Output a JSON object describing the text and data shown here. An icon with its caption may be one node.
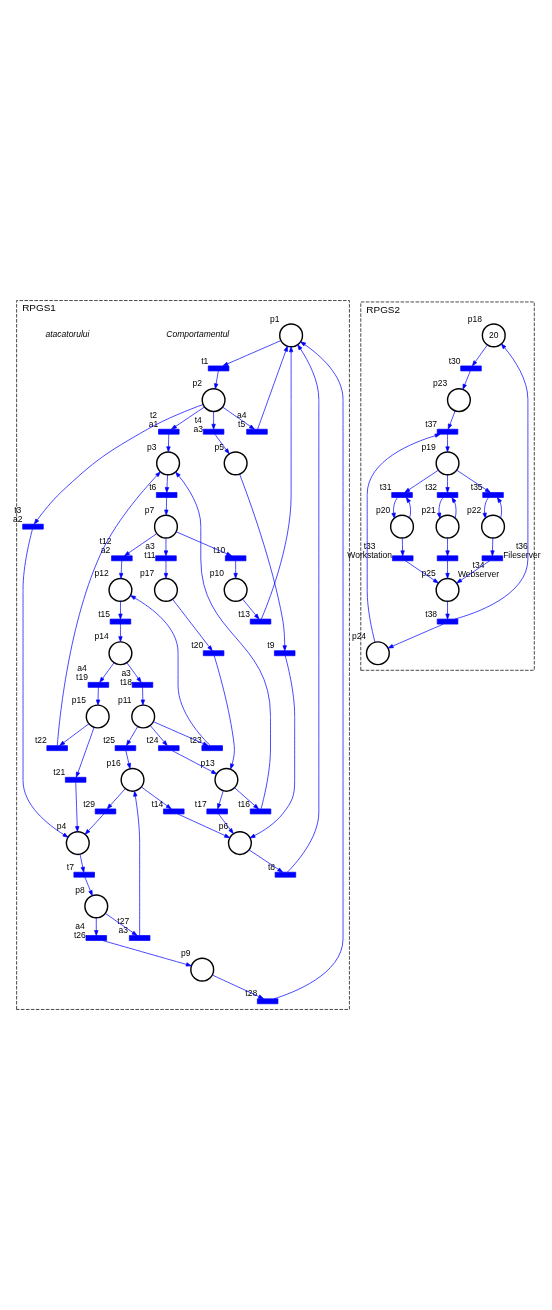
{
  "diagram": {
    "nodes": [
      {
        "text": [
          "RPGS1"
        ]
      },
      {
        "text": [],
        "shape": "circle",
        "beside": [
          "p1"
        ],
        "in": 0
      },
      {
        "text": [],
        "shape": "circle",
        "beside": [
          "p2"
        ],
        "in": 0
      },
      {
        "text": [],
        "shape": "circle",
        "beside": [
          "p3"
        ],
        "in": 0
      },
      {
        "text": [],
        "shape": "circle",
        "beside": [
          "p4"
        ],
        "in": 0
      },
      {
        "text": [],
        "shape": "circle",
        "beside": [
          "p5"
        ],
        "in": 0
      },
      {
        "text": [],
        "shape": "circle",
        "beside": [
          "p6"
        ],
        "in": 0
      },
      {
        "text": [],
        "shape": "circle",
        "beside": [
          "p7"
        ],
        "in": 0
      },
      {
        "text": [],
        "shape": "circle",
        "beside": [
          "p8"
        ],
        "in": 0
      },
      {
        "text": [],
        "shape": "circle",
        "beside": [
          "p9"
        ],
        "in": 0
      },
      {
        "text": [],
        "shape": "circle",
        "beside": [
          "p10"
        ],
        "in": 0
      },
      {
        "text": [],
        "shape": "circle",
        "beside": [
          "p11"
        ],
        "in": 0
      },
      {
        "text": [],
        "shape": "circle",
        "beside": [
          "p12"
        ],
        "in": 0
      },
      {
        "text": [],
        "shape": "circle",
        "beside": [
          "p13"
        ],
        "in": 0
      },
      {
        "text": [],
        "shape": "circle",
        "beside": [
          "p14"
        ],
        "in": 0
      },
      {
        "text": [],
        "shape": "circle",
        "beside": [
          "p15"
        ],
        "in": 0
      },
      {
        "text": [],
        "shape": "circle",
        "beside": [
          "p16"
        ],
        "in": 0
      },
      {
        "text": [],
        "shape": "circle",
        "beside": [
          "p17"
        ],
        "in": 0
      },
      {
        "text": [],
        "shape": "bar",
        "beside": [
          "t1"
        ],
        "in": 0
      },
      {
        "text": [],
        "shape": "bar",
        "beside": [
          "t2",
          "a1"
        ],
        "in": 0
      },
      {
        "text": [],
        "shape": "bar",
        "beside": [
          "t3",
          "a2"
        ],
        "in": 0
      },
      {
        "text": [],
        "shape": "bar",
        "beside": [
          "t4",
          "a3"
        ],
        "in": 0
      },
      {
        "text": [],
        "shape": "bar",
        "beside": [
          "a4",
          "t5"
        ],
        "in": 0
      },
      {
        "text": [],
        "shape": "bar",
        "beside": [
          "t6"
        ],
        "in": 0
      },
      {
        "text": [],
        "shape": "bar",
        "beside": [
          "t7"
        ],
        "in": 0
      },
      {
        "text": [],
        "shape": "bar",
        "beside": [
          "t8"
        ],
        "in": 0
      },
      {
        "text": [],
        "shape": "bar",
        "beside": [
          "t9"
        ],
        "in": 0
      },
      {
        "text": [],
        "shape": "bar",
        "beside": [
          "t10"
        ],
        "in": 0
      },
      {
        "text": [],
        "shape": "bar",
        "beside": [
          "a3",
          "t11"
        ],
        "in": 0
      },
      {
        "text": [],
        "shape": "bar",
        "beside": [
          "t12",
          "a2"
        ],
        "in": 0
      },
      {
        "text": [],
        "shape": "bar",
        "beside": [
          "t13"
        ],
        "in": 0
      },
      {
        "text": [],
        "shape": "bar",
        "beside": [
          "t14"
        ],
        "in": 0
      },
      {
        "text": [],
        "shape": "bar",
        "beside": [
          "t15"
        ],
        "in": 0
      },
      {
        "text": [],
        "shape": "bar",
        "beside": [
          "t16"
        ],
        "in": 0
      },
      {
        "text": [],
        "shape": "bar",
        "beside": [
          "t17"
        ],
        "in": 0
      },
      {
        "text": [],
        "shape": "bar",
        "beside": [
          "a3",
          "t18"
        ],
        "in": 0
      },
      {
        "text": [],
        "shape": "bar",
        "beside": [
          "a4",
          "t19"
        ],
        "in": 0
      },
      {
        "text": [],
        "shape": "bar",
        "beside": [
          "t20"
        ],
        "in": 0
      },
      {
        "text": [],
        "shape": "bar",
        "beside": [
          "t21"
        ],
        "in": 0
      },
      {
        "text": [],
        "shape": "bar",
        "beside": [
          "t22"
        ],
        "in": 0
      },
      {
        "text": [],
        "shape": "bar",
        "beside": [
          "t23"
        ],
        "in": 0
      },
      {
        "text": [],
        "shape": "bar",
        "beside": [
          "t24"
        ],
        "in": 0
      },
      {
        "text": [],
        "shape": "bar",
        "beside": [
          "t25"
        ],
        "in": 0
      },
      {
        "text": [],
        "shape": "bar",
        "beside": [
          "a4",
          "t26"
        ],
        "in": 0
      },
      {
        "text": [],
        "shape": "bar",
        "beside": [
          "t27",
          "a3"
        ],
        "in": 0
      },
      {
        "text": [],
        "shape": "bar",
        "beside": [
          "t28"
        ],
        "in": 0
      },
      {
        "text": [],
        "shape": "bar",
        "beside": [
          "t29"
        ],
        "in": 0
      },
      {
        "text": [
          "RPGS2"
        ]
      },
      {
        "text": [
          "20"
        ],
        "beside": [
          "p18"
        ],
        "in": 47
      },
      {
        "text": [],
        "shape": "circle",
        "beside": [
          "p19"
        ],
        "in": 47
      },
      {
        "text": [],
        "shape": "circle",
        "beside": [
          "p20"
        ],
        "in": 47
      },
      {
        "text": [],
        "shape": "circle",
        "beside": [
          "p21"
        ],
        "in": 47
      },
      {
        "text": [],
        "shape": "circle",
        "beside": [
          "p22"
        ],
        "in": 47
      },
      {
        "text": [],
        "shape": "circle",
        "beside": [
          "p23"
        ],
        "in": 47
      },
      {
        "text": [],
        "shape": "circle",
        "beside": [
          "p24"
        ],
        "in": 47
      },
      {
        "text": [],
        "shape": "circle",
        "beside": [
          "p25"
        ],
        "in": 47
      },
      {
        "text": [],
        "shape": "bar",
        "beside": [
          "t30"
        ],
        "in": 47
      },
      {
        "text": [],
        "shape": "bar",
        "beside": [
          "t31"
        ],
        "in": 47
      },
      {
        "text": [],
        "shape": "bar",
        "beside": [
          "t32"
        ],
        "in": 47
      },
      {
        "text": [],
        "shape": "bar",
        "beside": [
          "t33",
          "Workstation"
        ],
        "in": 47
      },
      {
        "text": [],
        "shape": "bar",
        "beside": [
          "t34",
          "Webserver"
        ],
        "in": 47
      },
      {
        "text": [],
        "shape": "bar",
        "beside": [
          "t35"
        ],
        "in": 47
      },
      {
        "text": [],
        "shape": "bar",
        "beside": [
          "t36",
          "Fileserver"
        ],
        "in": 47
      },
      {
        "text": [],
        "shape": "bar",
        "beside": [
          "t37"
        ],
        "in": 47
      },
      {
        "text": [],
        "shape": "bar",
        "beside": [
          "t38"
        ],
        "in": 47
      }
    ],
    "edges": [
      {
        "from": 25,
        "to": 1,
        "arrow": "to"
      },
      {
        "from": 30,
        "to": 1,
        "arrow": "to"
      },
      {
        "from": 45,
        "to": 1,
        "arrow": "to"
      },
      {
        "from": 22,
        "to": 1,
        "arrow": "to"
      },
      {
        "from": 1,
        "to": 18,
        "arrow": "to"
      },
      {
        "from": 18,
        "to": 2,
        "arrow": "to"
      },
      {
        "from": 2,
        "to": 22,
        "arrow": "to"
      },
      {
        "from": 2,
        "to": 21,
        "arrow": "to"
      },
      {
        "from": 2,
        "to": 19,
        "arrow": "to"
      },
      {
        "from": 2,
        "to": 20,
        "arrow": "to"
      },
      {
        "from": 21,
        "to": 5,
        "arrow": "to"
      },
      {
        "from": 19,
        "to": 3,
        "arrow": "to"
      },
      {
        "from": 20,
        "to": 4,
        "arrow": "to"
      },
      {
        "from": 10,
        "to": 30,
        "arrow": "to"
      },
      {
        "from": 27,
        "to": 10,
        "arrow": "to"
      },
      {
        "from": 5,
        "to": 26,
        "arrow": "to"
      },
      {
        "from": 26,
        "to": 6,
        "arrow": "to"
      },
      {
        "from": 6,
        "to": 25,
        "arrow": "to"
      },
      {
        "from": 9,
        "to": 45,
        "arrow": "to"
      },
      {
        "from": 43,
        "to": 9,
        "arrow": "to"
      },
      {
        "from": 8,
        "to": 43,
        "arrow": "to"
      },
      {
        "from": 4,
        "to": 24,
        "arrow": "to"
      },
      {
        "from": 24,
        "to": 8,
        "arrow": "to"
      },
      {
        "from": 8,
        "to": 44,
        "arrow": "to"
      },
      {
        "from": 44,
        "to": 16,
        "arrow": "to"
      },
      {
        "from": 46,
        "to": 4,
        "arrow": "to"
      },
      {
        "from": 16,
        "to": 46,
        "arrow": "to"
      },
      {
        "from": 38,
        "to": 4,
        "arrow": "to"
      },
      {
        "from": 15,
        "to": 38,
        "arrow": "to"
      },
      {
        "from": 39,
        "to": 3,
        "arrow": "to"
      },
      {
        "from": 15,
        "to": 39,
        "arrow": "to"
      },
      {
        "from": 3,
        "to": 23,
        "arrow": "to"
      },
      {
        "from": 23,
        "to": 7,
        "arrow": "to"
      },
      {
        "from": 7,
        "to": 27,
        "arrow": "to"
      },
      {
        "from": 7,
        "to": 28,
        "arrow": "to"
      },
      {
        "from": 28,
        "to": 17,
        "arrow": "to"
      },
      {
        "from": 7,
        "to": 29,
        "arrow": "to"
      },
      {
        "from": 29,
        "to": 12,
        "arrow": "to"
      },
      {
        "from": 33,
        "to": 3,
        "arrow": "to"
      },
      {
        "from": 13,
        "to": 33,
        "arrow": "to"
      },
      {
        "from": 12,
        "to": 32,
        "arrow": "to"
      },
      {
        "from": 32,
        "to": 14,
        "arrow": "to"
      },
      {
        "from": 14,
        "to": 36,
        "arrow": "to"
      },
      {
        "from": 36,
        "to": 15,
        "arrow": "to"
      },
      {
        "from": 14,
        "to": 35,
        "arrow": "to"
      },
      {
        "from": 35,
        "to": 11,
        "arrow": "to"
      },
      {
        "from": 40,
        "to": 12,
        "arrow": "to"
      },
      {
        "from": 11,
        "to": 40,
        "arrow": "to"
      },
      {
        "from": 11,
        "to": 41,
        "arrow": "to"
      },
      {
        "from": 41,
        "to": 13,
        "arrow": "to"
      },
      {
        "from": 11,
        "to": 42,
        "arrow": "to"
      },
      {
        "from": 42,
        "to": 16,
        "arrow": "to"
      },
      {
        "from": 17,
        "to": 37,
        "arrow": "to"
      },
      {
        "from": 37,
        "to": 13,
        "arrow": "to"
      },
      {
        "from": 16,
        "to": 31,
        "arrow": "to"
      },
      {
        "from": 31,
        "to": 6,
        "arrow": "to"
      },
      {
        "from": 34,
        "to": 6,
        "arrow": "to"
      },
      {
        "from": 13,
        "to": 34,
        "arrow": "to"
      },
      {
        "from": 53,
        "to": 63,
        "arrow": "to"
      },
      {
        "from": 54,
        "to": 63,
        "arrow": "to"
      },
      {
        "from": 63,
        "to": 49,
        "arrow": "to"
      },
      {
        "from": 49,
        "to": 57,
        "arrow": "to"
      },
      {
        "from": 57,
        "to": 50,
        "arrow": "to"
      },
      {
        "from": 50,
        "to": 57,
        "arrow": "to"
      },
      {
        "from": 49,
        "to": 58,
        "arrow": "to"
      },
      {
        "from": 58,
        "to": 51,
        "arrow": "to"
      },
      {
        "from": 51,
        "to": 58,
        "arrow": "to"
      },
      {
        "from": 49,
        "to": 61,
        "arrow": "to"
      },
      {
        "from": 61,
        "to": 52,
        "arrow": "to"
      },
      {
        "from": 52,
        "to": 61,
        "arrow": "to"
      },
      {
        "from": 51,
        "to": 60,
        "arrow": "to"
      },
      {
        "from": 60,
        "to": 55,
        "arrow": "to"
      },
      {
        "from": 52,
        "to": 62,
        "arrow": "to"
      },
      {
        "from": 62,
        "to": 55,
        "arrow": "to"
      },
      {
        "from": 50,
        "to": 59,
        "arrow": "to"
      },
      {
        "from": 59,
        "to": 55,
        "arrow": "to"
      },
      {
        "from": 55,
        "to": 64,
        "arrow": "to"
      },
      {
        "from": 64,
        "to": 48,
        "arrow": "to"
      },
      {
        "from": 64,
        "to": 54,
        "arrow": "to"
      },
      {
        "from": 48,
        "to": 56,
        "arrow": "to"
      },
      {
        "from": 56,
        "to": 53,
        "arrow": "to"
      }
    ],
    "labels": [
      "Comportamentul",
      "atacatorului"
    ]
  }
}
